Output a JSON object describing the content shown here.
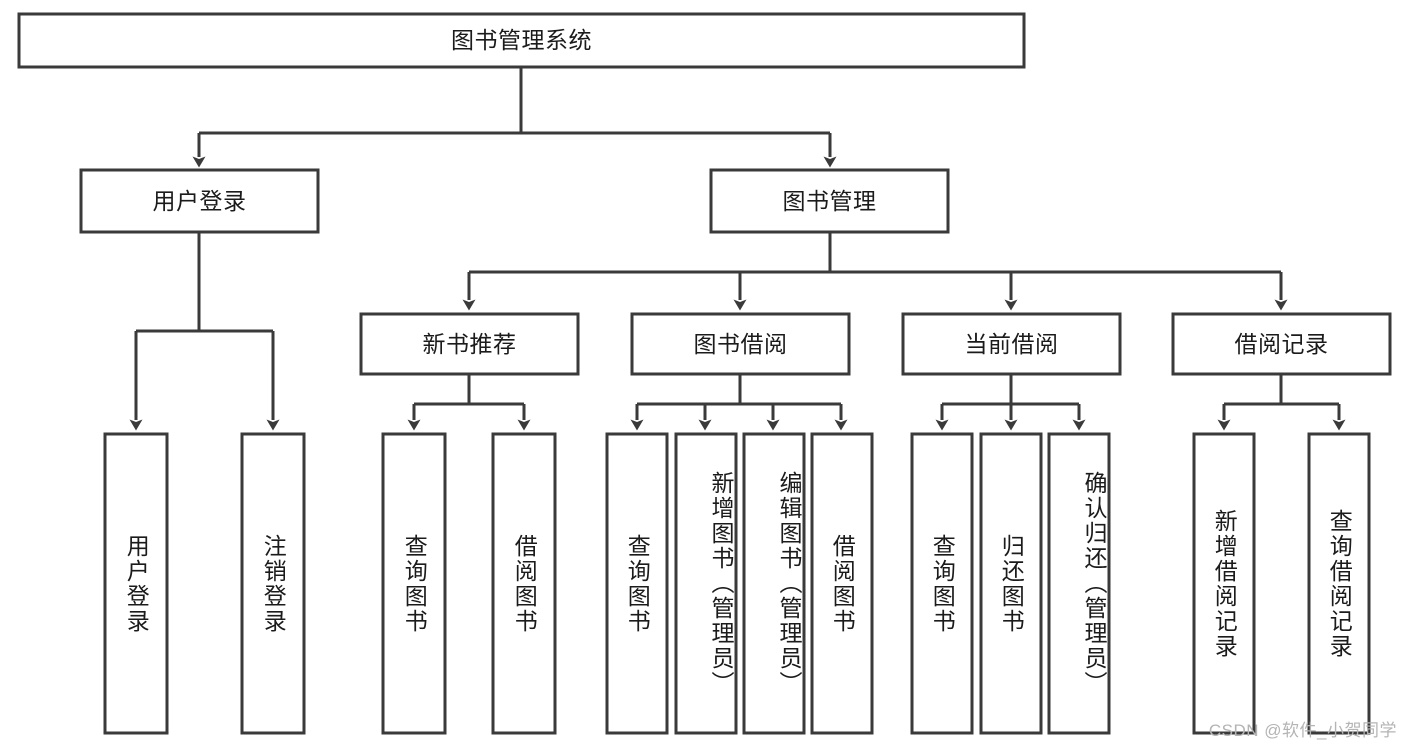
{
  "diagram": {
    "type": "tree-hierarchy-chart",
    "title": "图书管理系统",
    "watermark": "CSDN @软件_小贺同学",
    "colors": {
      "box_fill": "#ffffff",
      "box_stroke": "#3a3a3a",
      "text": "#1b1b1b",
      "background": "#ffffff",
      "watermark": "#b4b4b4"
    },
    "levels": {
      "level0": [
        {
          "id": "root",
          "label": "图书管理系统",
          "orientation": "horizontal"
        }
      ],
      "level1": [
        {
          "id": "login",
          "label": "用户登录",
          "orientation": "horizontal",
          "parent": "root"
        },
        {
          "id": "bookmgmt",
          "label": "图书管理",
          "orientation": "horizontal",
          "parent": "root"
        }
      ],
      "level2": [
        {
          "id": "newbook",
          "label": "新书推荐",
          "orientation": "horizontal",
          "parent": "bookmgmt"
        },
        {
          "id": "borrow",
          "label": "图书借阅",
          "orientation": "horizontal",
          "parent": "bookmgmt"
        },
        {
          "id": "current",
          "label": "当前借阅",
          "orientation": "horizontal",
          "parent": "bookmgmt"
        },
        {
          "id": "records",
          "label": "借阅记录",
          "orientation": "horizontal",
          "parent": "bookmgmt"
        }
      ],
      "level3": [
        {
          "id": "leaf-user-login",
          "label": "用户登录",
          "orientation": "vertical",
          "parent": "login"
        },
        {
          "id": "leaf-user-logout",
          "label": "注销登录",
          "orientation": "vertical",
          "parent": "login"
        },
        {
          "id": "leaf-newbook-query",
          "label": "查询图书",
          "orientation": "vertical",
          "parent": "newbook"
        },
        {
          "id": "leaf-newbook-borrow",
          "label": "借阅图书",
          "orientation": "vertical",
          "parent": "newbook"
        },
        {
          "id": "leaf-borrow-query",
          "label": "查询图书",
          "orientation": "vertical",
          "parent": "borrow"
        },
        {
          "id": "leaf-borrow-add",
          "label": "新增图书（管理员）",
          "orientation": "vertical",
          "parent": "borrow"
        },
        {
          "id": "leaf-borrow-edit",
          "label": "编辑图书（管理员）",
          "orientation": "vertical",
          "parent": "borrow"
        },
        {
          "id": "leaf-borrow-lend",
          "label": "借阅图书",
          "orientation": "vertical",
          "parent": "borrow"
        },
        {
          "id": "leaf-current-query",
          "label": "查询图书",
          "orientation": "vertical",
          "parent": "current"
        },
        {
          "id": "leaf-current-return",
          "label": "归还图书",
          "orientation": "vertical",
          "parent": "current"
        },
        {
          "id": "leaf-current-confirm",
          "label": "确认归还（管理员）",
          "orientation": "vertical",
          "parent": "current"
        },
        {
          "id": "leaf-records-add",
          "label": "新增借阅记录",
          "orientation": "vertical",
          "parent": "records"
        },
        {
          "id": "leaf-records-query",
          "label": "查询借阅记录",
          "orientation": "vertical",
          "parent": "records"
        }
      ]
    }
  }
}
